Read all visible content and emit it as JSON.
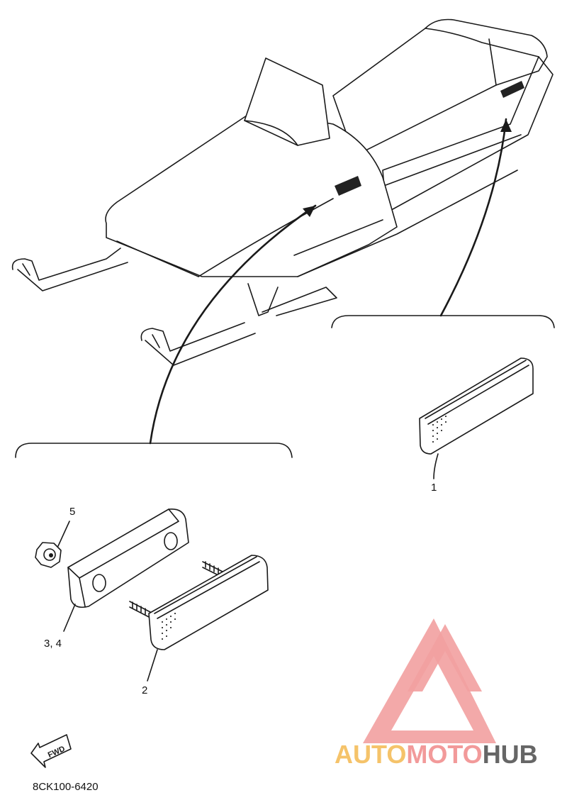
{
  "callouts": {
    "p1": "1",
    "p2": "2",
    "p34": "3, 4",
    "p5": "5"
  },
  "fwd_label": "FWD",
  "drawing_code": "8CK100-6420",
  "watermark": {
    "part1": "AUTO",
    "part2": "MOTO",
    "part3": "HUB",
    "colors": {
      "auto": "#f5c36a",
      "moto": "#f29a9a",
      "hub": "#666666",
      "logo": "#f2a0a0"
    }
  }
}
